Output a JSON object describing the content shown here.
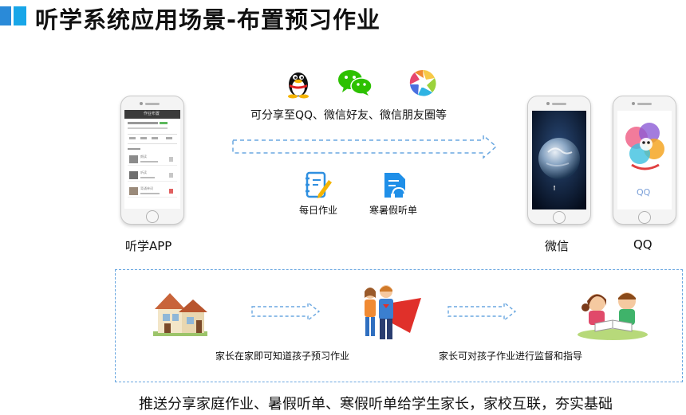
{
  "title": "听学系统应用场景-布置预习作业",
  "accent_colors": {
    "title_mark_dark": "#2a8ad8",
    "title_mark_light": "#18a6e8",
    "arrow": "#6aa7e0"
  },
  "share": {
    "icons": [
      "qq-penguin-icon",
      "wechat-icon",
      "moments-aperture-icon"
    ],
    "text": "可分享至QQ、微信好友、微信朋友圈等"
  },
  "features": [
    {
      "icon": "notebook-pencil-icon",
      "label": "每日作业"
    },
    {
      "icon": "headphone-document-icon",
      "label": "寒暑假听单"
    }
  ],
  "phones": {
    "app": {
      "label": "听学APP"
    },
    "wechat": {
      "label": "微信"
    },
    "qq": {
      "label": "QQ",
      "screen_text": "QQ"
    }
  },
  "app_screen": {
    "header": "作业布置",
    "rows": [
      "朗读",
      "听读",
      "背诵单词"
    ]
  },
  "scenario": {
    "icons": [
      "house-icon",
      "parents-icon",
      "children-reading-icon"
    ],
    "caption_1": "家长在家即可知道孩子预习作业",
    "caption_2": "家长可对孩子作业进行监督和指导"
  },
  "footer": "推送分享家庭作业、暑假听单、寒假听单给学生家长，家校互联，夯实基础"
}
